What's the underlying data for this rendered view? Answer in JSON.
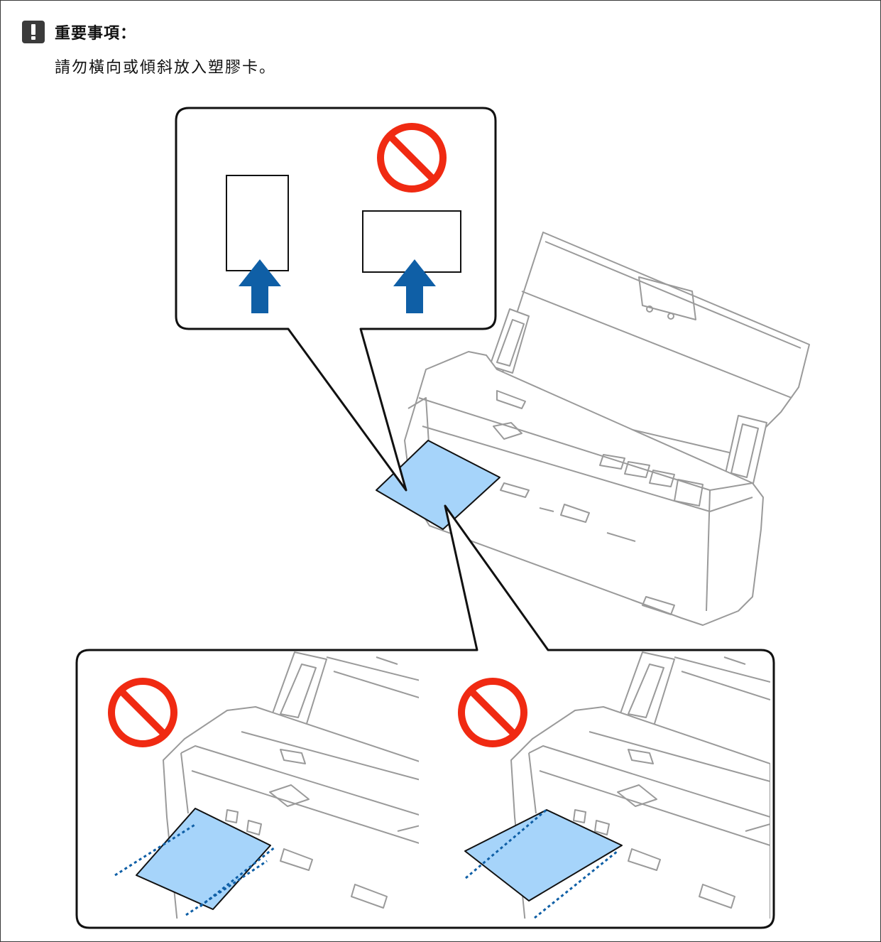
{
  "notice": {
    "icon": "exclamation-icon",
    "title": "重要事項：",
    "message": "請勿橫向或傾斜放入塑膠卡。"
  },
  "illustration": {
    "top_callout": {
      "correct_card": "portrait card with insertion arrow",
      "wrong_card": "landscape card with insertion arrow",
      "prohibited_icon": "prohibited-icon"
    },
    "bottom_callout": {
      "left_panel": "card inserted tilted left (prohibited)",
      "right_panel": "card inserted tilted right (prohibited)"
    },
    "colors": {
      "card_fill": "#a6d4fa",
      "arrow": "#0f5fa6",
      "prohibited": "#f02a12",
      "line": "#111111",
      "scanner_line": "#9a9a9a"
    }
  }
}
